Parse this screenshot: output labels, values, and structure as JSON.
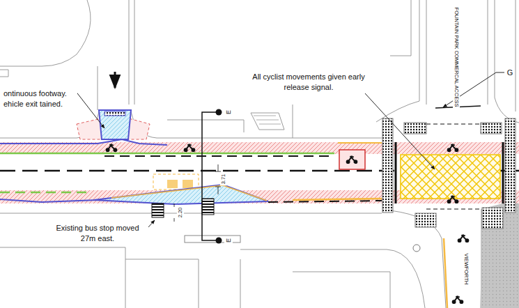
{
  "diagram": {
    "labels": [
      "FOUNTAIN PARK COMMERCAL ACCESS",
      "G",
      "All cyclist movements given early release signal.",
      "ontinuous footway. ehicle exit tained.",
      "E",
      "3.71",
      "2.20",
      "Existing bus stop moved 27m east.",
      "E",
      "VIEWFORTH"
    ]
  }
}
